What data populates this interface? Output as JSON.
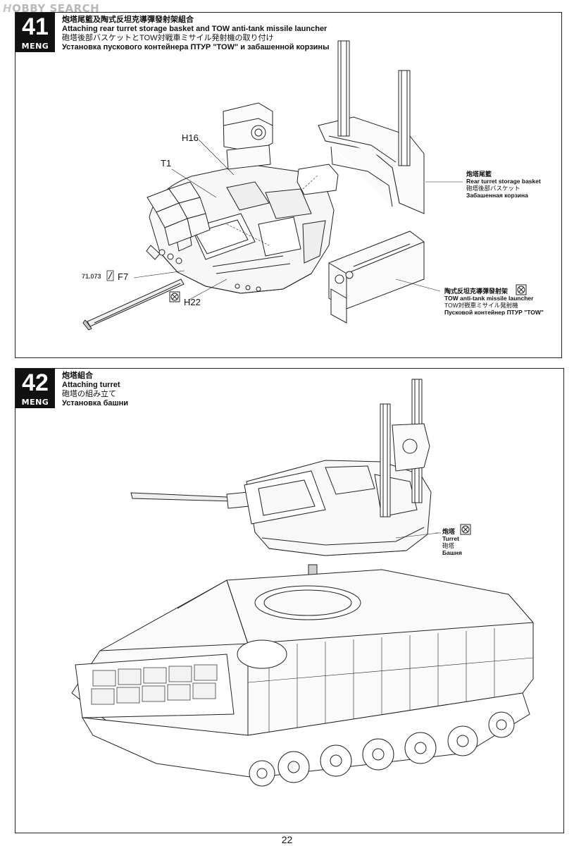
{
  "watermark": {
    "brand_prefix": "H",
    "brand_rest": "OBBY SEARCH"
  },
  "step41": {
    "number": "41",
    "brand": "MENG",
    "title_zh": "炮塔尾籃及陶式反坦克導彈發射架組合",
    "title_en": "Attaching rear turret storage basket and TOW anti-tank missile launcher",
    "title_jp": "砲塔後部バスケットとTOW対戦車ミサイル発射機の取り付け",
    "title_ru": "Установка пускового контейнера ПТУР \"TOW\" и забашенной корзины",
    "parts": {
      "h16": "H16",
      "t1": "T1",
      "f7": "F7",
      "h22": "H22"
    },
    "paint_code": "71.073",
    "basket": {
      "zh": "炮塔尾籃",
      "en": "Rear turret storage basket",
      "jp": "砲塔後部バスケット",
      "ru": "Забашенная корзина"
    },
    "launcher": {
      "zh": "陶式反坦克導彈發射架",
      "en": "TOW anti-tank missile launcher",
      "jp": "TOW対戦車ミサイル発射機",
      "ru": "Пусковой контейнер ПТУР \"TOW\""
    }
  },
  "step42": {
    "number": "42",
    "brand": "MENG",
    "title_zh": "炮塔組合",
    "title_en": "Attaching turret",
    "title_jp": "砲塔の組み立て",
    "title_ru": "Установка башни",
    "turret": {
      "zh": "炮塔",
      "en": "Turret",
      "jp": "砲塔",
      "ru": "Башня"
    }
  },
  "page_number": "22",
  "icons": [
    "no-glue-symbol-icon",
    "paint-brush-icon",
    "down-arrow-icon"
  ]
}
